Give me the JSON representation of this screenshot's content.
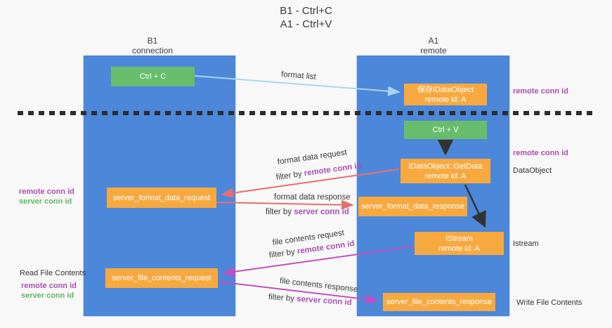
{
  "title": {
    "line1": "B1 - Ctrl+C",
    "line2": "A1 - Ctrl+V"
  },
  "columns": {
    "left": {
      "name": "B1",
      "sub": "connection"
    },
    "right": {
      "name": "A1",
      "sub": "remote"
    }
  },
  "boxes": {
    "ctrl_c": "Ctrl + C",
    "ctrl_v": "Ctrl + V",
    "save_idataobject": {
      "line1": "保存IDataObject",
      "line2": "remote id: A"
    },
    "getdata": {
      "line1": "IDataObject::GetData",
      "line2": "remote id: A"
    },
    "istream": {
      "line1": "IStream",
      "line2": "remote id: A"
    },
    "server_format_data_request": "server_format_data_request",
    "server_format_data_response": "server_format_data_response",
    "server_file_contents_request": "server_file_contents_request",
    "server_file_contents_response": "server_file_contents_response"
  },
  "labels": {
    "remote_conn_id": "remote conn id",
    "server_conn_id": "server conn id",
    "dataobject": "DataObject",
    "istream": "Istream",
    "read_file_contents": "Read File Contents",
    "write_file_contents": "Write File Contents"
  },
  "arrow_labels": {
    "format_list": "format list",
    "format_data_request": "format data request",
    "format_data_response": "format data response",
    "file_contents_request": "file contents request",
    "file_contents_response": "file contents response",
    "filter_by": "filter by "
  },
  "colors": {
    "lifeline_blue": "#4c87d9",
    "box_orange": "#f7a940",
    "box_green": "#68bd6c",
    "arrow_light_blue": "#a8d6f2",
    "arrow_red": "#e86e6e",
    "arrow_magenta": "#c24fc2",
    "arrow_black": "#333333",
    "text_purple": "#aa4fb3",
    "text_green": "#5cb860",
    "background": "#f8f8f8"
  }
}
